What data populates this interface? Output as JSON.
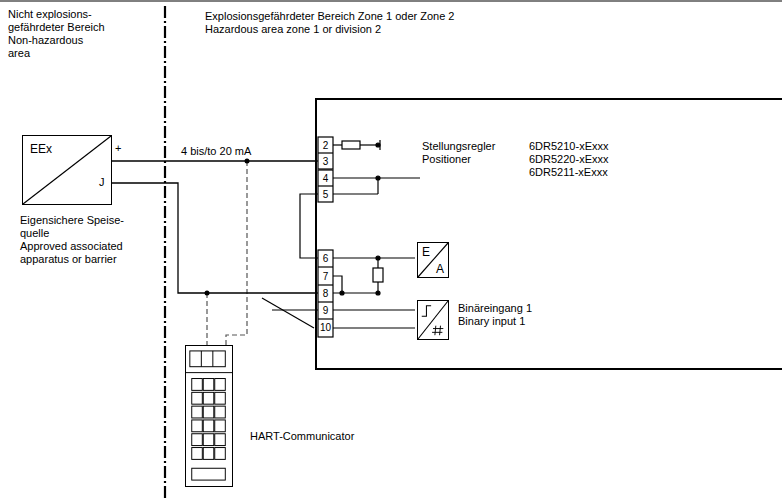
{
  "diagram": {
    "nodes": [
      {
        "text": [
          "EEx"
        ]
      },
      {
        "text": [
          "Stellungsregler Positioner",
          "6DR5210-xExxx 6DR5220-xExxx 6DR5211-xExxx"
        ]
      },
      {
        "text": [
          "E",
          "A"
        ],
        "in": 1
      },
      {
        "text": [
          "Binäreingang 1 Binary input 1"
        ],
        "in": 1
      },
      {
        "text": [
          "HART-Communicator"
        ]
      }
    ],
    "edges": [
      {
        "from": 0,
        "to": 1,
        "arrow": "none",
        "label": "4 bis/to 20 mA"
      },
      {
        "from": 0,
        "to": 1,
        "arrow": "none"
      }
    ],
    "labels": [
      "Nicht explosions- gefährdeter Bereich",
      "Non-hazardous area",
      "Explosionsgefährdeter Bereich Zone 1 oder Zone 2",
      "Hazardous area zone 1 or division 2",
      "+",
      "J",
      "Eigensichere Speise- quelle",
      "Approved associated apparatus or barrier",
      "2",
      "3",
      "4",
      "5",
      "6",
      "7",
      "8",
      "9",
      "10"
    ]
  }
}
